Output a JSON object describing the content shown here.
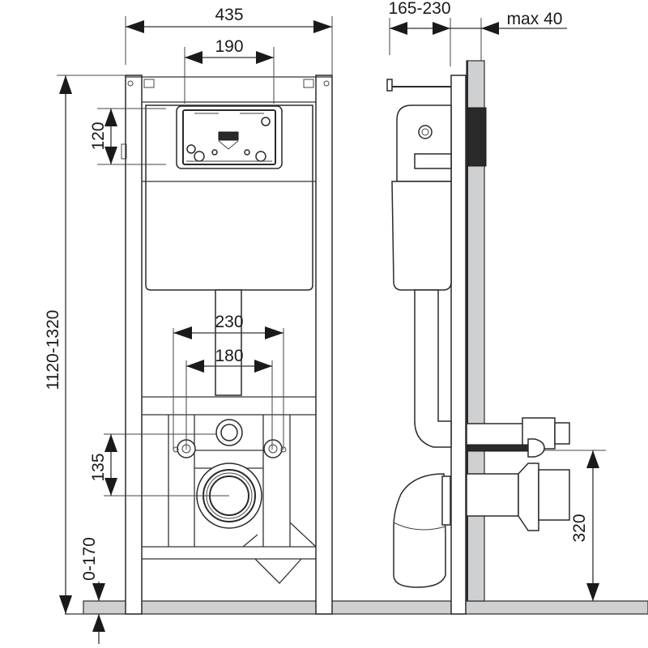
{
  "diagram": {
    "subject": "wall-hung WC installation frame",
    "views": [
      "front-view",
      "side-view"
    ],
    "colors": {
      "line": "#333333",
      "wall_fill": "#cfd0d2",
      "background": "#ffffff",
      "dark_part": "#2a2a2a"
    }
  },
  "dimensions": {
    "frame_width": "435",
    "flush_plate_width": "190",
    "flush_plate_height": "120",
    "total_height": "1120-1320",
    "bolt_spacing_outer": "230",
    "bolt_spacing_inner": "180",
    "outlet_offset": "135",
    "leg_adjustment": "0-170",
    "wall_depth": "165-230",
    "finish_thickness": "max 40",
    "outlet_height": "320"
  }
}
